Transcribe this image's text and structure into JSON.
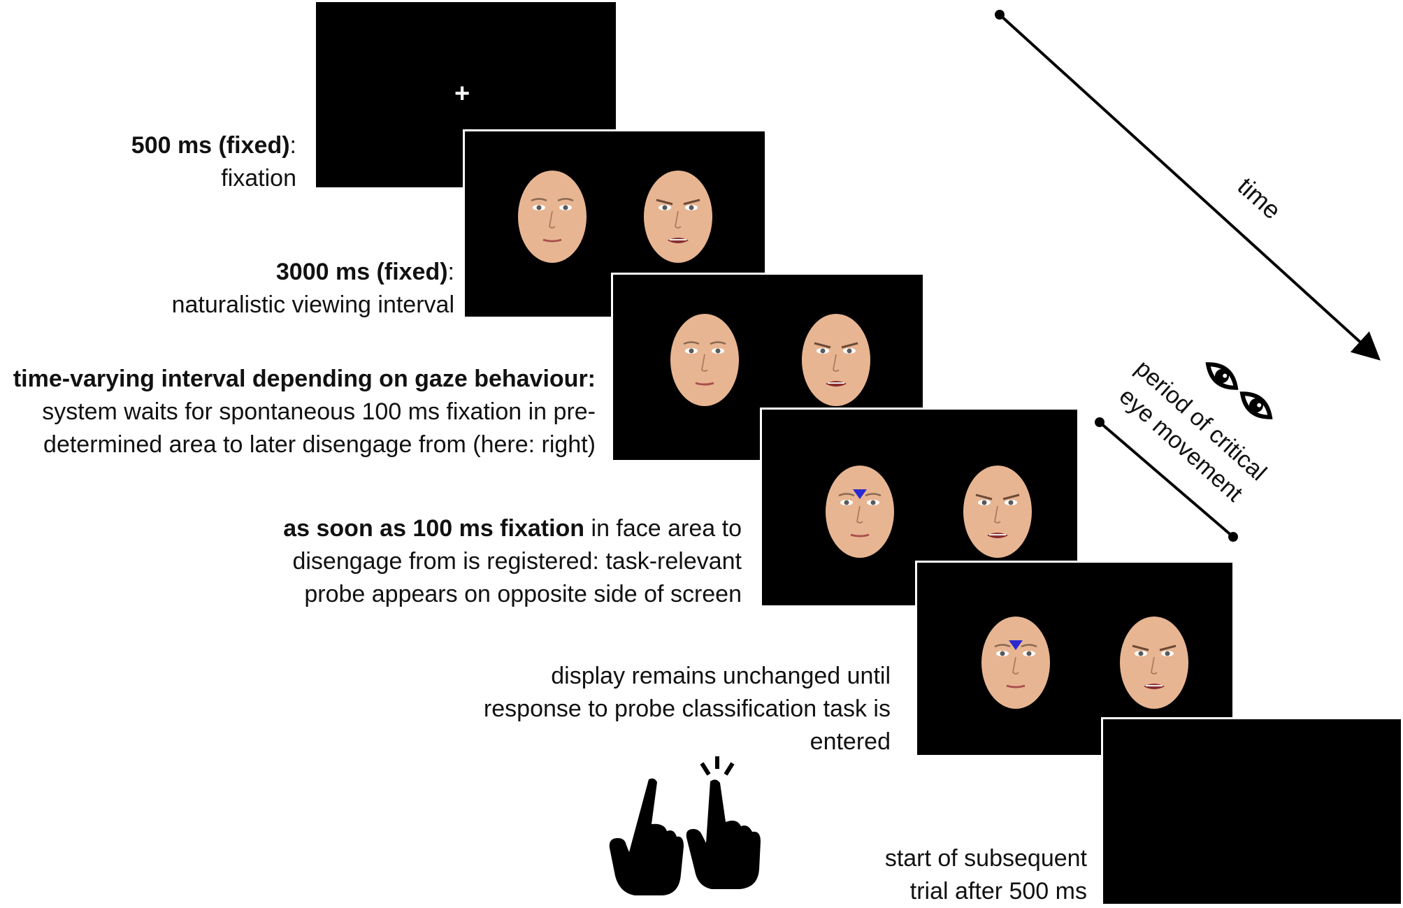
{
  "screens": [
    {
      "id": "fixation",
      "content": "fixation-cross",
      "cross": "+"
    },
    {
      "id": "viewing",
      "content": "faces",
      "left_face": "neutral",
      "right_face": "angry"
    },
    {
      "id": "gaze-wait",
      "content": "faces",
      "left_face": "neutral",
      "right_face": "angry"
    },
    {
      "id": "probe",
      "content": "faces-probe",
      "left_face": "neutral",
      "right_face": "angry",
      "probe": "blue-triangle"
    },
    {
      "id": "response-wait",
      "content": "faces-probe",
      "left_face": "neutral",
      "right_face": "angry",
      "probe": "blue-triangle"
    },
    {
      "id": "blank",
      "content": "blank"
    }
  ],
  "labels": {
    "fixation": {
      "bold": "500 ms (fixed)",
      "after_bold": ":",
      "line2": "fixation"
    },
    "viewing": {
      "bold": "3000 ms (fixed)",
      "after_bold": ":",
      "line2": "naturalistic viewing interval"
    },
    "gaze": {
      "bold": "time-varying interval depending on gaze behaviour:",
      "line2": "system waits for spontaneous 100 ms fixation in pre-",
      "line3": "determined area to later disengage from (here: right)"
    },
    "probe": {
      "bold": "as soon as 100 ms fixation",
      "after_bold": " in face area to",
      "line2": "disengage from is registered: task-relevant",
      "line3": "probe appears on opposite side of screen"
    },
    "response": {
      "line1": "display remains unchanged until",
      "line2": "response to probe classification task is",
      "line3": "entered"
    },
    "next": {
      "line1": "start of subsequent",
      "line2": "trial after 500 ms"
    }
  },
  "time_arrow": {
    "label": "time"
  },
  "critical_period": {
    "line1": "period of critical",
    "line2": "eye movement",
    "icon": "eye-icon"
  },
  "response_icons": [
    "pointing-hand-icon",
    "pressing-hand-icon"
  ],
  "colors": {
    "screen": "#000000",
    "probe": "#2a2ad0",
    "skin": "#e8b592",
    "arrow": "#000000"
  }
}
